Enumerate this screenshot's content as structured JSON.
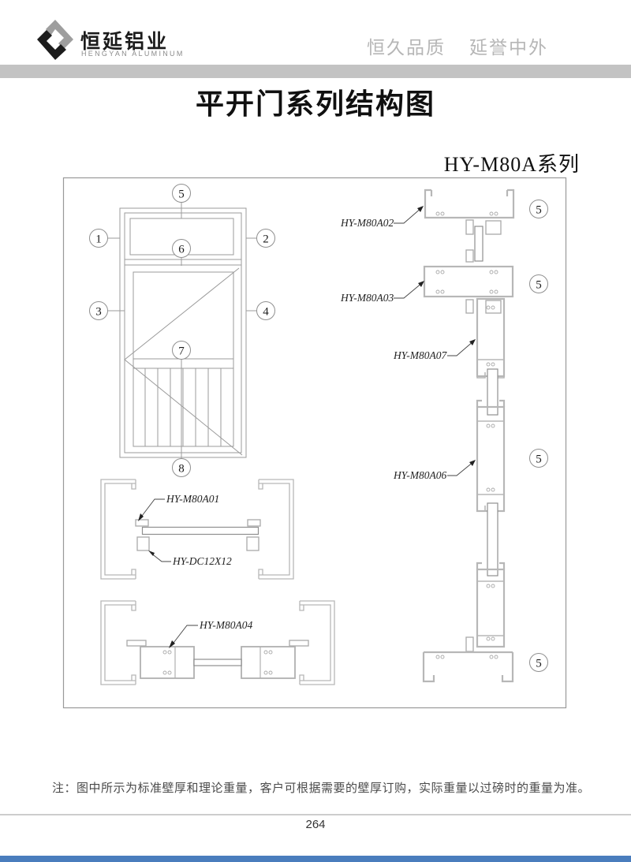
{
  "page": {
    "background": "#ffffff",
    "header_bar_color": "#c3c3c3",
    "footer_bar_color": "#4a7dbd"
  },
  "header": {
    "company_name": "恒延铝业",
    "company_name_en": "HENGYAN ALUMINUM",
    "slogan_left": "恒久品质",
    "slogan_right": "延誉中外",
    "logo_dark_color": "#1c1c1c",
    "logo_gray_color": "#9e9e9e"
  },
  "title": "平开门系列结构图",
  "series_label": "HY-M80A系列",
  "diagram": {
    "elevation_callouts": [
      "1",
      "2",
      "3",
      "4",
      "5",
      "6",
      "7",
      "8"
    ],
    "section_markers": [
      "5",
      "5",
      "5",
      "5"
    ],
    "profile_labels": {
      "top_frame": "HY-M80A02",
      "transom": "HY-M80A03",
      "mullion_upper": "HY-M80A07",
      "door_stile": "HY-M80A06",
      "jamb": "HY-M80A01",
      "seal": "HY-DC12X12",
      "interlock": "HY-M80A04"
    },
    "line_color": "#b7b7b7",
    "thin_line_color": "#9b9b9b",
    "label_color": "#222222"
  },
  "footer": {
    "note": "注：图中所示为标准壁厚和理论重量，客户可根据需要的壁厚订购，实际重量以过磅时的重量为准。",
    "page_number": "264"
  }
}
